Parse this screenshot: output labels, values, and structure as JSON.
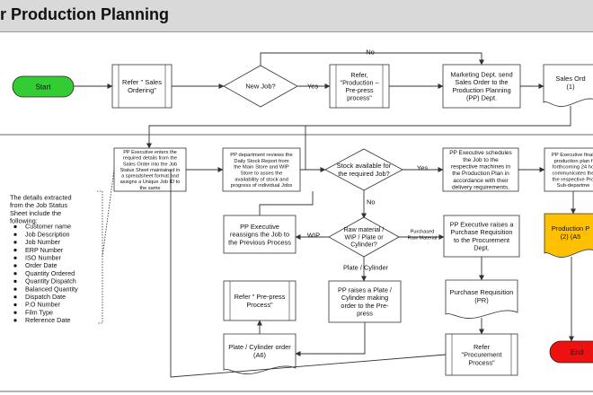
{
  "title": "r Production Planning",
  "colors": {
    "start": "#33cc33",
    "end": "#ee1111",
    "yellow": "#ffc000",
    "header": "#d9d9d9"
  },
  "nodes": {
    "start": "Start",
    "refer_sales": [
      "Refer \" Sales",
      "Ordering\""
    ],
    "new_job": "New Job?",
    "refer_prepress": [
      "Refer,",
      "\"Production –",
      "Pre-press",
      "process\""
    ],
    "marketing": [
      "Marketing Dept. send",
      "Sales Order to the",
      "Production Planning",
      "(PP) Dept."
    ],
    "sales_order": [
      "Sales Ord",
      "(1)"
    ],
    "pp_exec_enters": [
      "PP Executive enters the",
      "required details from the",
      "Sales Order into the Job",
      "Status Sheet maintained in",
      "a spreadsheet format and",
      "assigns a Unique Job ID to",
      "the same"
    ],
    "pp_reviews": [
      "PP department reviews the",
      "Daily Stock Report from",
      "the Main Store and WIP",
      "Store to asses the",
      "availability of stock and",
      "progress of individual Jobs"
    ],
    "stock_available": [
      "Stock available for",
      "the required Job?"
    ],
    "pp_schedules": [
      "PP Executive schedules",
      "the Job to the",
      "respective machines in",
      "the Production Plan in",
      "accordance with their",
      "delivery requirements."
    ],
    "pp_finalizes": [
      "PP Executive finali",
      "production plan f",
      "forthcoming 24 ho",
      "communicates the",
      "the respective Pro",
      "Sub-departme"
    ],
    "raw_material": [
      "Raw material /",
      "WIP / Plate or",
      "Cylinder?"
    ],
    "reassigns": [
      "PP Executive",
      "reassigns the Job to",
      "the Previous Process"
    ],
    "purchase_req_raise": [
      "PP Executive raises a",
      "Purchase Requisition",
      "to the Procurement",
      "Dept."
    ],
    "production_plan": [
      "Production P",
      "(2) (A5"
    ],
    "refer_prepress_2": [
      "Refer \" Pre-press",
      "Process\""
    ],
    "plate_raises": [
      "PP raises a Plate /",
      "Cylinder making",
      "order to the Pre-",
      "press"
    ],
    "purchase_req": [
      "Purchase Requisition",
      "(PR)"
    ],
    "plate_order": [
      "Plate / Cylinder order",
      "(A6)"
    ],
    "refer_procurement": [
      "Refer",
      "\"Procurement",
      "Process\""
    ],
    "end": "End"
  },
  "edge_labels": {
    "no_top": "No",
    "yes_1": "Yes",
    "yes_2": "Yes",
    "no_2": "No",
    "wip": "WIP",
    "purchased": [
      "Purchased",
      "Raw Material"
    ],
    "plate_cyl": "Plate / Cylinder"
  },
  "note": {
    "intro": [
      "The details extracted",
      "from the Job Status",
      "Sheet include the",
      "following:"
    ],
    "items": [
      "Customer name",
      "Job Description",
      "Job Number",
      "ERP Number",
      "ISO Number",
      "Order Date",
      "Quantity Ordered",
      "Quantity Dispatch",
      "Balanced Quantity",
      "Dispatch Date",
      "P.O Number",
      "Film Type",
      "Reference Date"
    ]
  }
}
